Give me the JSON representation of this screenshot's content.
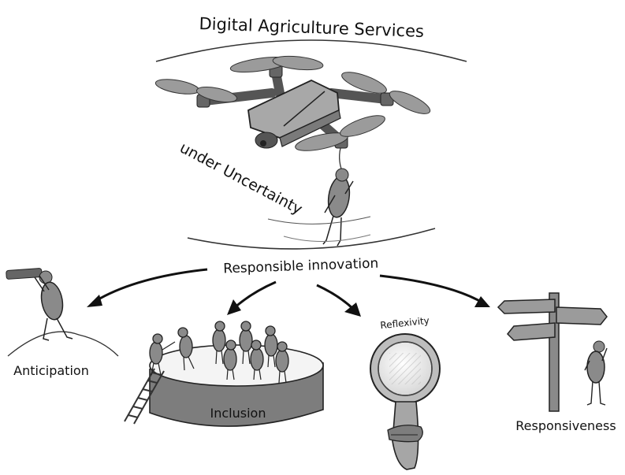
{
  "diagram": {
    "title": "Digital Agriculture Services",
    "subtitle": "under Uncertainty",
    "center_label": "Responsible innovation",
    "dimensions": [
      {
        "label": "Anticipation",
        "icon": "telescope-figure-icon"
      },
      {
        "label": "Inclusion",
        "icon": "people-platform-icon"
      },
      {
        "label": "Reflexivity",
        "icon": "magnifying-glass-icon"
      },
      {
        "label": "Responsiveness",
        "icon": "signpost-figure-icon"
      }
    ],
    "central_illustration": "drone-carrying-figure-icon"
  },
  "colors": {
    "ink": "#1a1a1a",
    "grey_dark": "#6e6e6e",
    "grey_mid": "#9b9b9b",
    "grey_light": "#c9c9c9",
    "paper": "#ffffff"
  }
}
